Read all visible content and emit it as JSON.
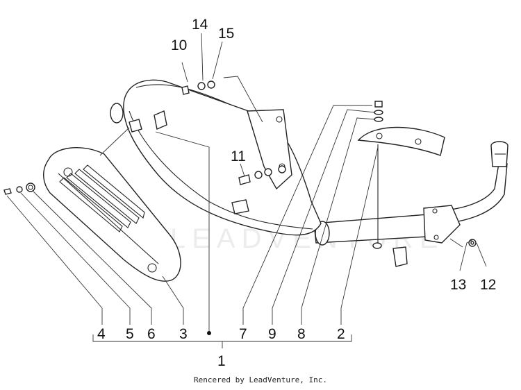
{
  "watermark": "LEADVENTURE",
  "credit": "Rencered by LeadVenture, Inc.",
  "callouts": {
    "c1": "1",
    "c2": "2",
    "c3": "3",
    "c4": "4",
    "c5": "5",
    "c6": "6",
    "c7": "7",
    "c8": "8",
    "c9": "9",
    "c10": "10",
    "c11": "11",
    "c12": "12",
    "c13": "13",
    "c14": "14",
    "c15": "15"
  }
}
